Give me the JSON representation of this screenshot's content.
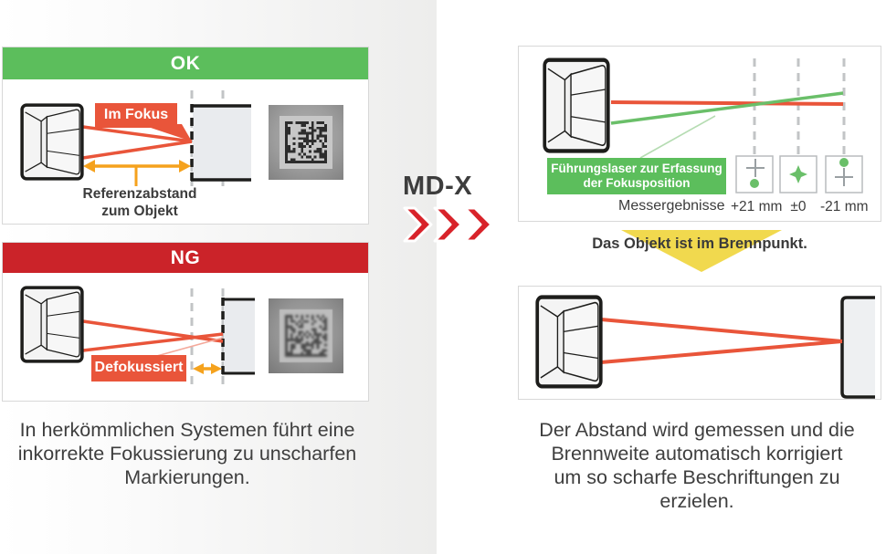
{
  "panels": {
    "ok": {
      "header": "OK",
      "focus_label": "Im Fokus",
      "distance_label_lines": [
        "Referenzabstand",
        "zum Objekt"
      ]
    },
    "ng": {
      "header": "NG",
      "defocus_label": "Defokussiert"
    },
    "measure": {
      "guide_label_lines": [
        "Führungslaser zur Erfassung",
        "der Fokusposition"
      ],
      "results_label": "Messergebnisse",
      "results": [
        "+21 mm",
        "±0",
        "-21 mm"
      ]
    }
  },
  "center": {
    "product_name": "MD-X"
  },
  "banner": {
    "text": "Das Objekt ist im Brennpunkt."
  },
  "captions": {
    "left_lines": [
      "In herkömmlichen Systemen führt eine",
      "inkorrekte Fokussierung zu unscharfen",
      "Markierungen."
    ],
    "right_lines": [
      "Der Abstand wird gemessen und die",
      "Brennweite automatisch korrigiert",
      "um so scharfe Beschriftungen zu",
      "erzielen."
    ]
  },
  "colors": {
    "ok_green": "#5cbe5c",
    "ng_red": "#cb2329",
    "laser_red": "#e9553a",
    "guide_green": "#6abf69",
    "arrow_orange": "#f5a21d",
    "banner_yellow": "#f1d94e",
    "chevron_red": "#d8232a"
  }
}
